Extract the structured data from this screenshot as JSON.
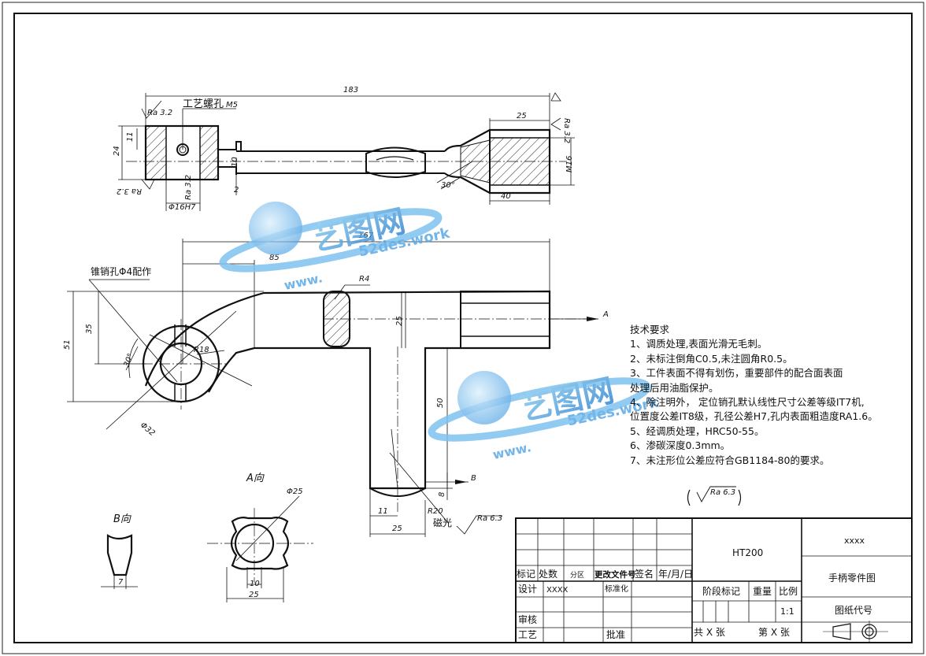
{
  "drawing": {
    "dims_top": {
      "overall_length": "183",
      "process_hole": "工艺螺孔",
      "process_hole_size": "M5",
      "ra_left": "Ra 3.2",
      "height_24": "24",
      "height_11": "11",
      "small_10": "10",
      "small_2": "2",
      "ra_bottom_left": "Ra 3.2",
      "ra_center": "Ra 3.2",
      "bore": "Φ16H7",
      "len_25": "25",
      "len_40": "40",
      "angle_30": "30°",
      "thread": "M16",
      "ra_right": "Ra 3.2"
    },
    "dims_front": {
      "len_167": "167",
      "len_85": "85",
      "r4": "R4",
      "pin_hole": "锥销孔Φ4配作",
      "h_35": "35",
      "h_51": "51",
      "angle_30": "30°",
      "r18": "R18",
      "dia_32": "Φ32",
      "h_25": "25",
      "arrow_a": "A",
      "h_50": "50",
      "arrow_b": "B",
      "h_8": "8",
      "r20": "R20",
      "w_11": "11",
      "w_25": "25",
      "polish": "磁光",
      "ra_63": "Ra 6.3"
    },
    "view_a": {
      "title": "A向",
      "dia_25": "Φ25",
      "w_10": "10",
      "w_25": "25"
    },
    "view_b": {
      "title": "B向",
      "w_7": "7"
    },
    "general_roughness": "Ra 6.3"
  },
  "tech_requirements": {
    "title": "技术要求",
    "items": [
      "1、调质处理,表面光滑无毛刺。",
      "2、未标注倒角C0.5,未注圆角R0.5。",
      "3、工件表面不得有划伤，重要部件的配合面表面",
      "处理后用油脂保护。",
      "4、除注明外， 定位销孔默认线性尺寸公差等级IT7机,",
      "位置度公差IT8级，孔径公差H7,孔内表面粗造度RA1.6。",
      "5、经调质处理，HRC50-55。",
      "6、渗碳深度0.3mm。",
      "7、未注形位公差应符合GB1184-80的要求。"
    ]
  },
  "title_block": {
    "material": "HT200",
    "company": "xxxx",
    "part_name": "手柄零件图",
    "drawing_code": "图纸代号",
    "rev_headers": [
      "标记",
      "处数",
      "分区",
      "更改文件号",
      "签名",
      "年/月/日"
    ],
    "design_label": "设计",
    "designer": "XXXX",
    "standardize_label": "标准化",
    "stage_mark": "阶段标记",
    "weight": "重量",
    "scale_label": "比例",
    "scale_value": "1:1",
    "review_label": "审核",
    "process_label": "工艺",
    "approve_label": "批准",
    "total_sheets": "共  X  张",
    "sheet_no": "第  X  张"
  },
  "watermark": {
    "brand": "艺图网",
    "url": "52des.work",
    "www": "www."
  }
}
